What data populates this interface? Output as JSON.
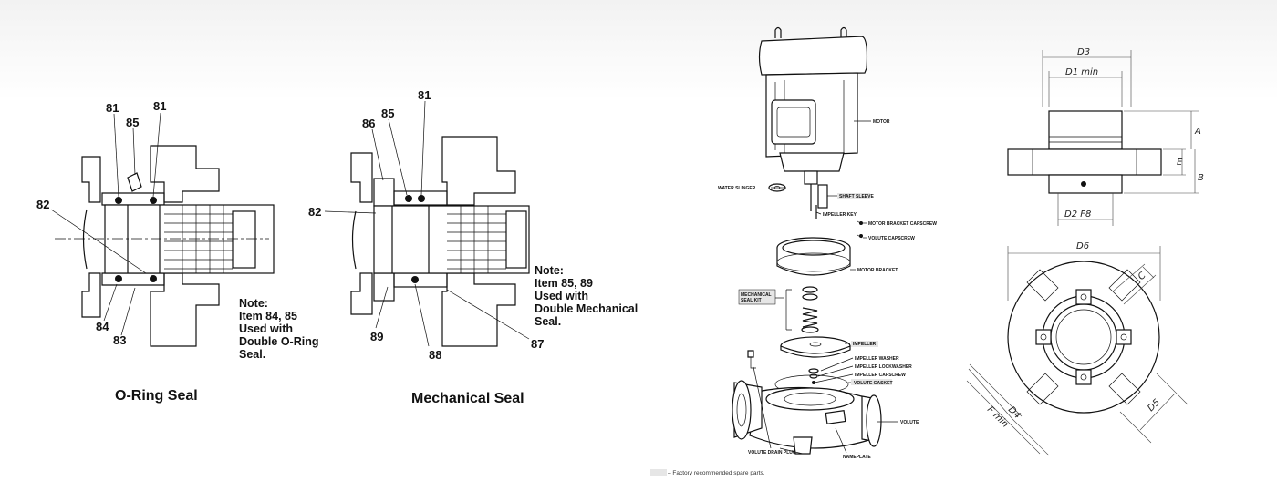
{
  "oring_seal": {
    "caption": "O-Ring Seal",
    "callouts": [
      "81",
      "85",
      "81",
      "82",
      "84",
      "83"
    ],
    "note": [
      "Note:",
      "Item 84, 85",
      "Used with",
      "Double O-Ring",
      "Seal."
    ]
  },
  "mechanical_seal": {
    "caption": "Mechanical Seal",
    "callouts": [
      "86",
      "85",
      "81",
      "82",
      "89",
      "88",
      "87"
    ],
    "note": [
      "Note:",
      "Item 85, 89",
      "Used with",
      "Double Mechanical",
      "Seal."
    ]
  },
  "exploded_view": {
    "labels": {
      "motor": "MOTOR",
      "water_slinger": "WATER SLINGER",
      "shaft_sleeve": "SHAFT SLEEVE",
      "impeller_key": "IMPELLER KEY",
      "motor_bracket_capscrew": "MOTOR BRACKET CAPSCREW",
      "volute_capscrew": "VOLUTE CAPSCREW",
      "motor_bracket": "MOTOR BRACKET",
      "mechanical_seal_kit": [
        "MECHANICAL",
        "SEAL KIT"
      ],
      "impeller": "IMPELLER",
      "impeller_washer": "IMPELLER WASHER",
      "impeller_lockwasher": "IMPELLER LOCKWASHER",
      "impeller_capscrew": "IMPELLER CAPSCREW",
      "volute_gasket": "VOLUTE GASKET",
      "volute": "VOLUTE",
      "volute_drain_plug": "VOLUTE DRAIN PLUG",
      "nameplate": "NAMEPLATE"
    },
    "legend_text": "– Factory recommended spare parts.",
    "highlight_color": "#e6e6e6"
  },
  "dimensions": {
    "D3": "D3",
    "D1min": "D1 min",
    "A": "A",
    "E": "E",
    "B": "B",
    "D2F8": "D2  F8",
    "D6": "D6",
    "C": "C",
    "D4": "D4",
    "Fmin": "F min",
    "D5": "D5"
  }
}
